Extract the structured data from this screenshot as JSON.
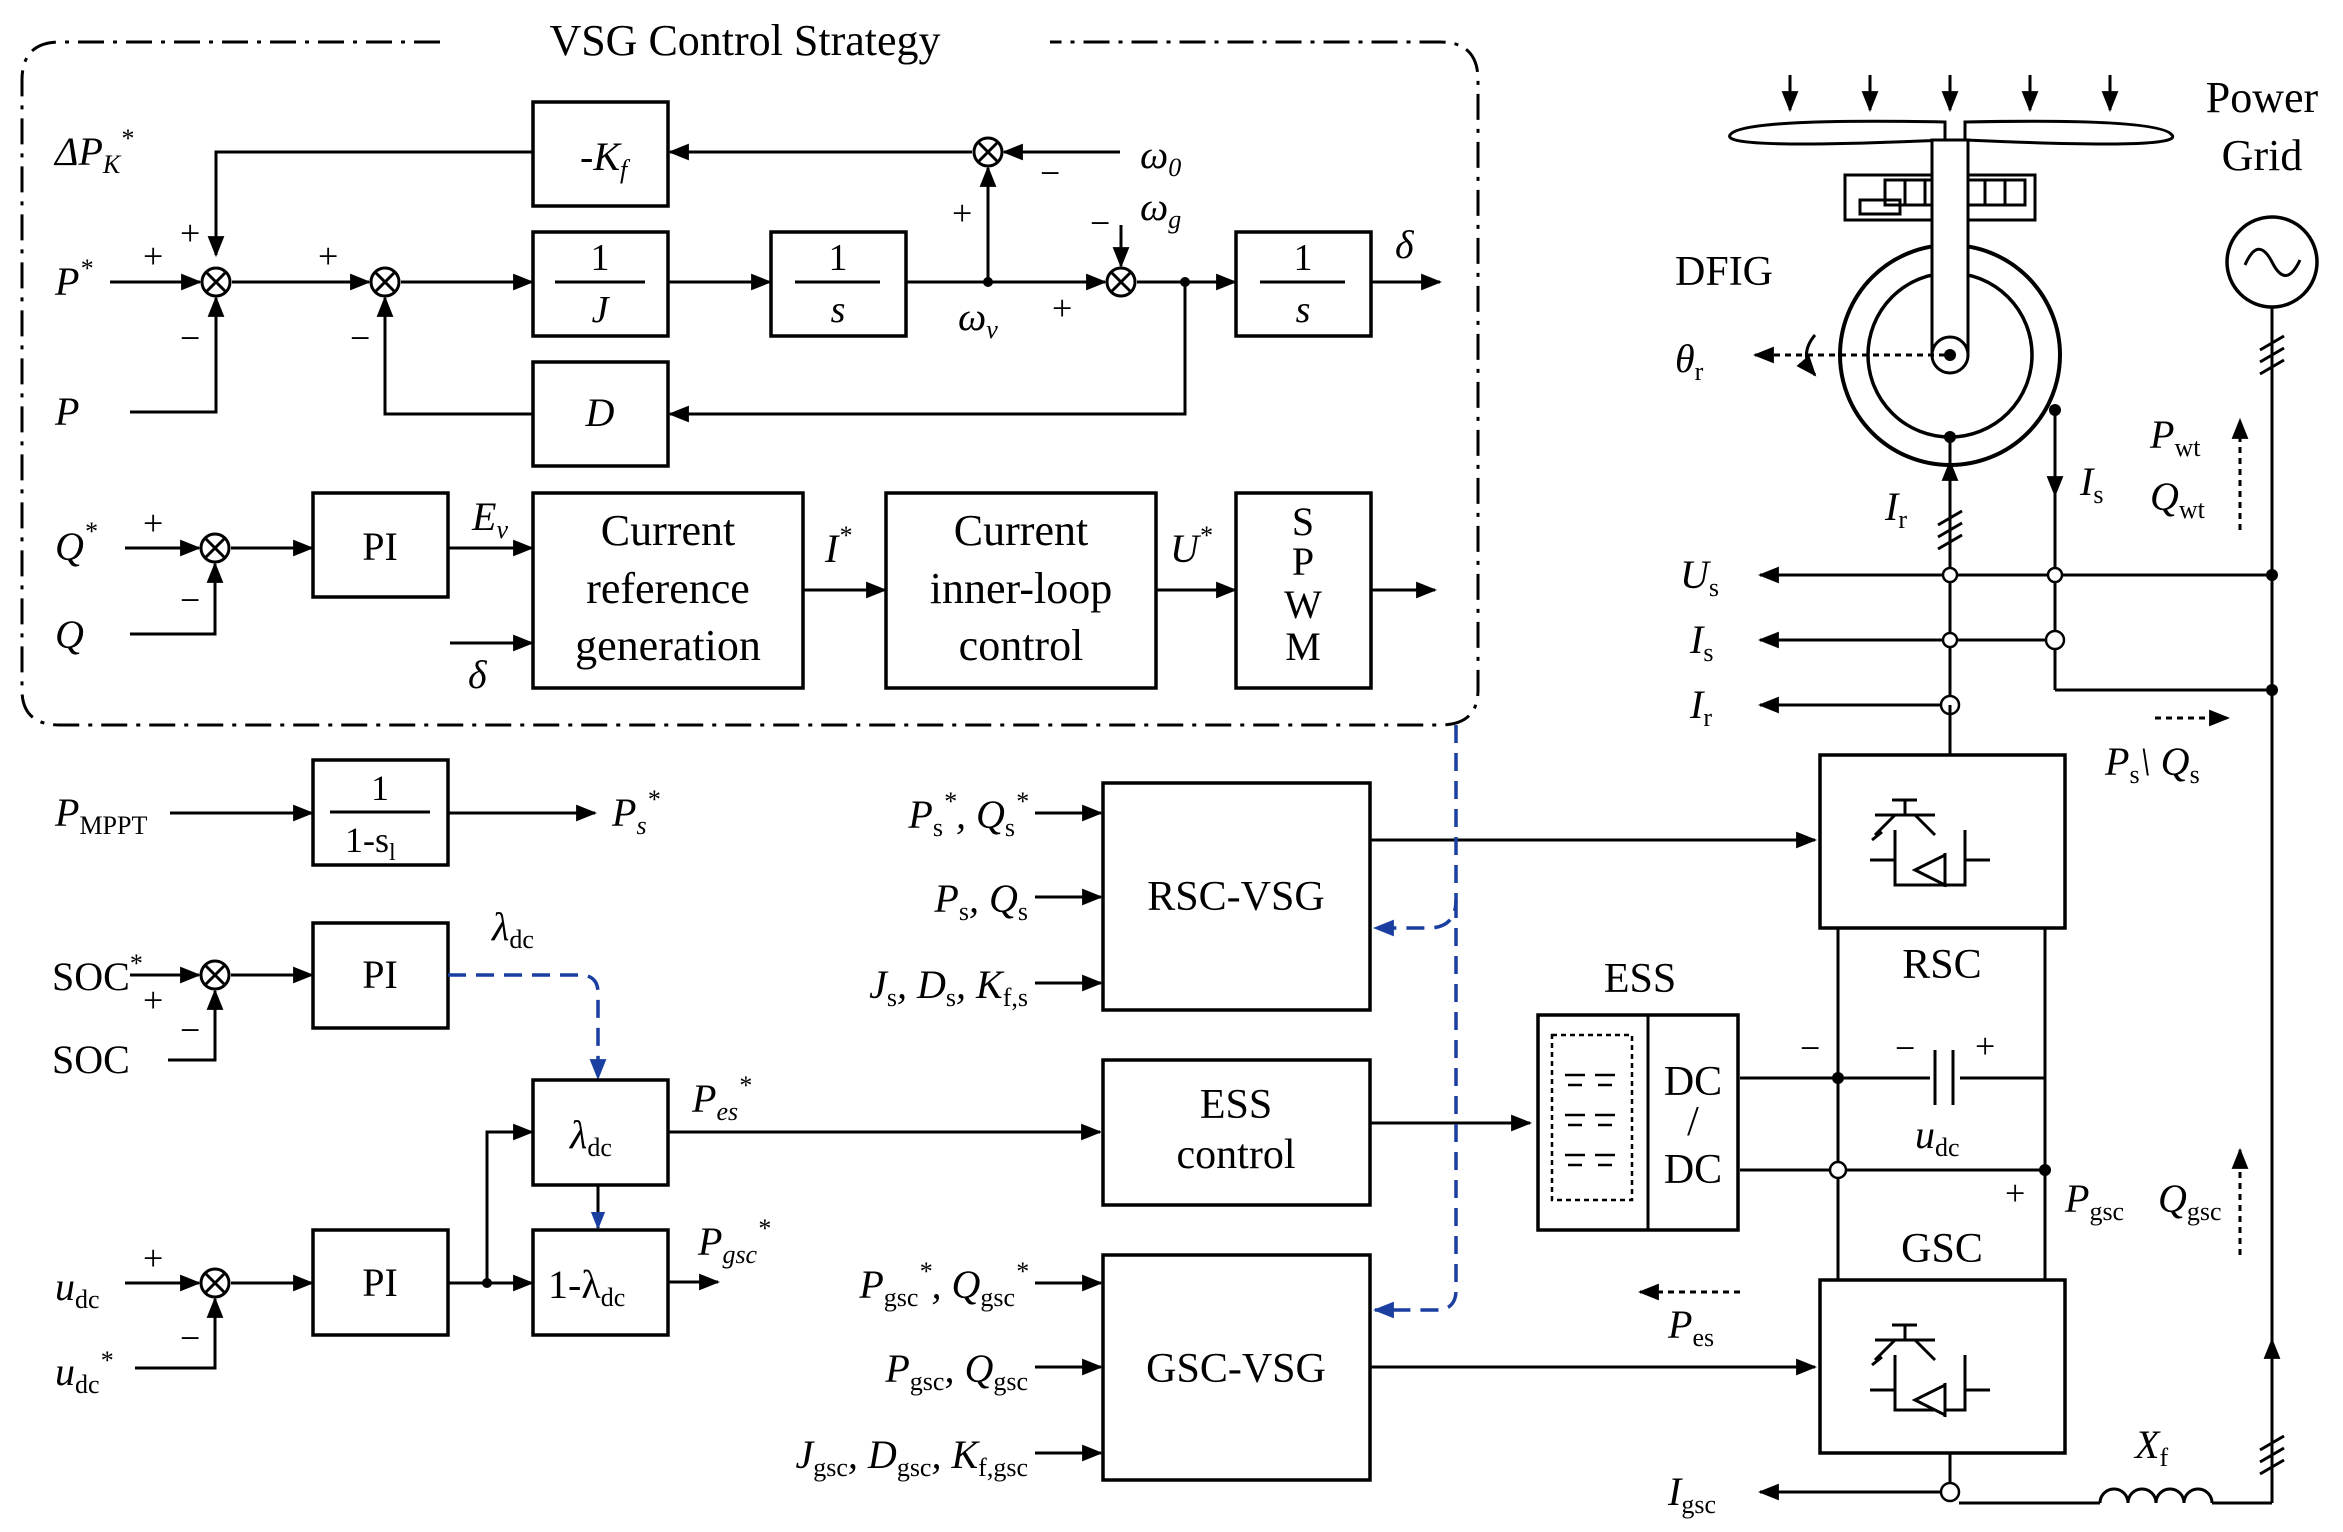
{
  "title": "VSG Control Strategy",
  "grid": {
    "label1": "Power",
    "label2": "Grid"
  },
  "dfig": {
    "label": "DFIG",
    "theta": "θ",
    "theta_sub": "r"
  },
  "vsg": {
    "dPk": "ΔP",
    "dPk_sub": "K",
    "sup_star": "*",
    "Kf_box": "-K",
    "Kf_sub": "f",
    "P_ref": "P",
    "P_meas": "P",
    "J_num": "1",
    "J_den": "J",
    "s_num": "1",
    "s_den": "s",
    "s2_num": "1",
    "s2_den": "s",
    "D_box": "D",
    "omega0": "ω",
    "omega0_sub": "0",
    "omegag": "ω",
    "omegag_sub": "g",
    "omegav": "ω",
    "omegav_sub": "v",
    "delta": "δ",
    "delta2": "δ",
    "Q_ref": "Q",
    "Q_meas": "Q",
    "PI": "PI",
    "Ev": "E",
    "Ev_sub": "v",
    "I_star": "I",
    "U_star": "U",
    "cur_ref": [
      "Current",
      "reference",
      "generation"
    ],
    "cur_inner": [
      "Current",
      "inner-loop",
      "control"
    ],
    "spwm": [
      "S",
      "P",
      "W",
      "M"
    ],
    "plus": "+",
    "minus": "−"
  },
  "lower": {
    "Pmppt": "P",
    "Pmppt_sub": "MPPT",
    "slip_num": "1",
    "slip_den": "1-s",
    "slip_sub": "l",
    "Ps_star": "P",
    "Ps_star_sub": "s",
    "SOC_ref": "SOC",
    "SOC": "SOC",
    "PI2": "PI",
    "lambda_dc": "λ",
    "lambda_sub": "dc",
    "lam_box": "λ",
    "lam_box_sub": "dc",
    "one_minus_lam": "1-λ",
    "one_minus_lam_sub": "dc",
    "Pes_star": "P",
    "Pes_star_sub": "es",
    "Pgsc_star": "P",
    "Pgsc_star_sub": "gsc",
    "udc": "u",
    "udc_sub": "dc",
    "udc_ref": "u",
    "udc_ref_sub": "dc",
    "PI3": "PI"
  },
  "rsc_vsg": {
    "label": "RSC-VSG",
    "in1": "P",
    "in1_sub": "s",
    "in1b": ", Q",
    "in1b_sub": "s",
    "in2": "P",
    "in2_sub": "s",
    "in2b": ", Q",
    "in2b_sub": "s",
    "in3a": "J",
    "in3a_sub": "s",
    "in3b": ", D",
    "in3b_sub": "s",
    "in3c": ", K",
    "in3c_sub": "f,s"
  },
  "ess_ctrl": {
    "l1": "ESS",
    "l2": "control"
  },
  "gsc_vsg": {
    "label": "GSC-VSG",
    "in1": "P",
    "in1_sub": "gsc",
    "in1b": ", Q",
    "in1b_sub": "gsc",
    "in2": "P",
    "in2_sub": "gsc",
    "in2b": ", Q",
    "in2b_sub": "gsc",
    "in3a": "J",
    "in3a_sub": "gsc",
    "in3b": ", D",
    "in3b_sub": "gsc",
    "in3c": ", K",
    "in3c_sub": "f,gsc"
  },
  "power": {
    "ESS": "ESS",
    "RSC": "RSC",
    "GSC": "GSC",
    "DC1": "DC",
    "DC_slash": "/",
    "DC2": "DC",
    "udc": "u",
    "udc_sub": "dc",
    "Us": "U",
    "Us_sub": "s",
    "Is": "I",
    "Is_sub": "s",
    "Ir": "I",
    "Ir_sub": "r",
    "Ir2": "I",
    "Ir2_sub": "r",
    "Is2": "I",
    "Is2_sub": "s",
    "Pwt": "P",
    "Pwt_sub": "wt",
    "Qwt": "Q",
    "Qwt_sub": "wt",
    "PsQs": "P",
    "PsQs_sub1": "s",
    "PsQs_mid": "\\  Q",
    "PsQs_sub2": "s",
    "Pgsc": "P",
    "Pgsc_sub": "gsc",
    "Qgsc": "Q",
    "Qgsc_sub": "gsc",
    "Pes": "P",
    "Pes_sub": "es",
    "Igsc": "I",
    "Igsc_sub": "gsc",
    "Xf": "X",
    "Xf_sub": "f"
  }
}
